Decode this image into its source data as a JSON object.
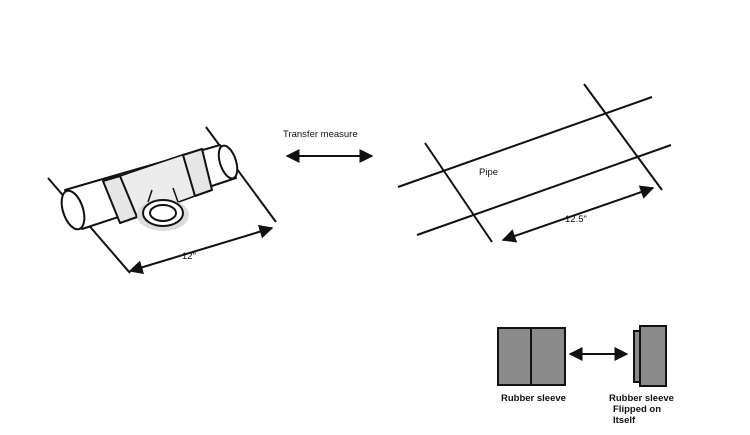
{
  "diagram": {
    "labels": {
      "transfer_measure": "Transfer measure",
      "tee_length": "12\"",
      "pipe": "Pipe",
      "pipe_length": "12.5\"",
      "rubber_sleeve": "Rubber sleeve",
      "rubber_sleeve_flipped_line1": "Rubber sleeve",
      "rubber_sleeve_flipped_line2": "Flipped on",
      "rubber_sleeve_flipped_line3": "Itself"
    },
    "colors": {
      "ink": "#111111",
      "sleeve_fill": "#8a8a8a",
      "pipe_fill": "#ffffff",
      "tee_shadow": "#d9d9d9"
    }
  }
}
